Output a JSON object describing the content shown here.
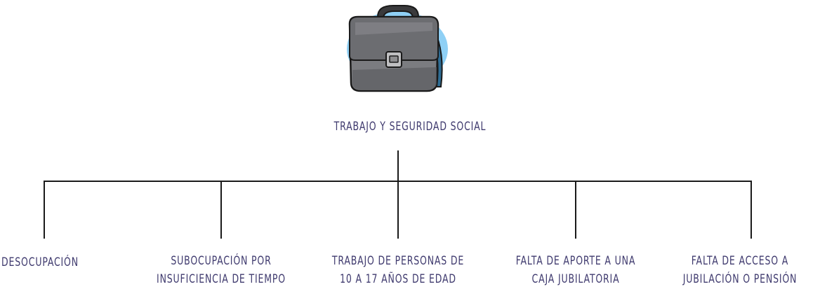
{
  "diagram": {
    "root": {
      "label": "TRABAJO Y SEGURIDAD SOCIAL",
      "icon": "briefcase-icon"
    },
    "children": [
      {
        "lines": [
          "DESOCUPACIÓN"
        ]
      },
      {
        "lines": [
          "SUBOCUPACIÓN POR",
          "INSUFICIENCIA DE TIEMPO"
        ]
      },
      {
        "lines": [
          "TRABAJO DE PERSONAS DE",
          "10 A 17 AÑOS DE EDAD"
        ]
      },
      {
        "lines": [
          "FALTA DE APORTE A UNA",
          "CAJA JUBILATORIA"
        ]
      },
      {
        "lines": [
          "FALTA DE ACCESO A",
          "JUBILACIÓN O PENSIÓN"
        ]
      }
    ],
    "colors": {
      "text": "#3f3a6e",
      "lines": "#1a1a1a",
      "briefcase_body": "#7b7c80",
      "briefcase_shadow": "#5c5d61",
      "backdrop": "#8fd0f5"
    }
  }
}
